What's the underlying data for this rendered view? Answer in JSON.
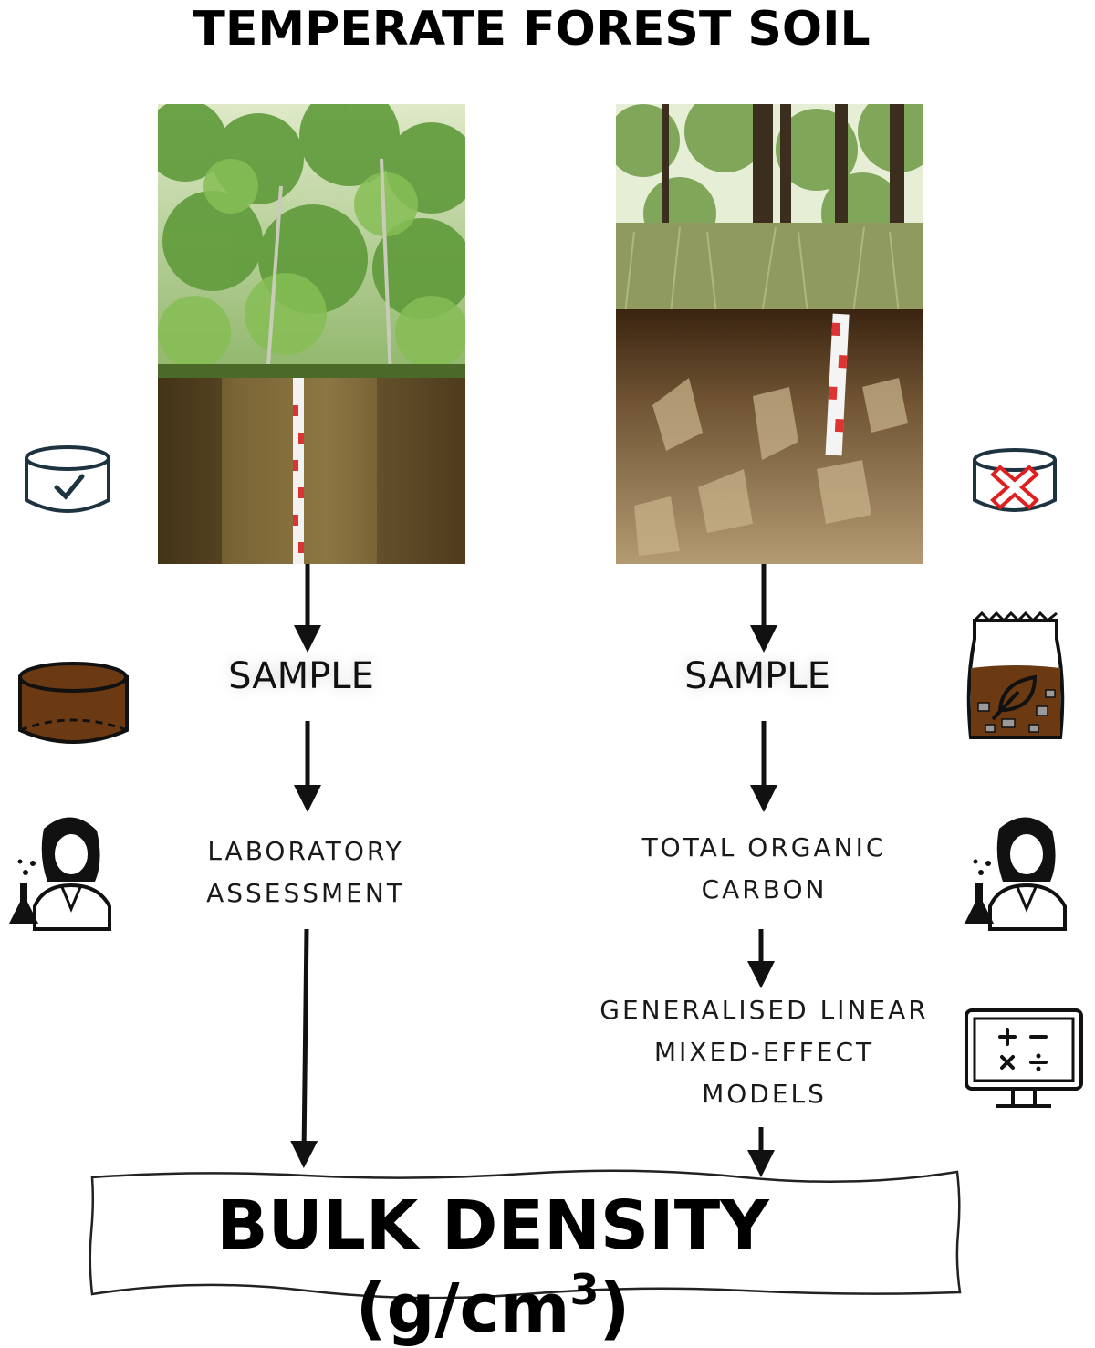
{
  "title": "TEMPERATE FOREST SOIL",
  "left_branch": {
    "photo": "soil-pit-photo-sandy",
    "sample_label": "SAMPLE",
    "method_line1": "LABORATORY",
    "method_line2": "ASSESSMENT",
    "icons": [
      "core-ring-check-icon",
      "soil-core-cylinder-icon",
      "scientist-icon"
    ]
  },
  "right_branch": {
    "photo": "soil-pit-photo-stony",
    "sample_label": "SAMPLE",
    "method_line1": "TOTAL ORGANIC",
    "method_line2": "CARBON",
    "model_line1": "GENERALISED LINEAR",
    "model_line2": "MIXED-EFFECT",
    "model_line3": "MODELS",
    "icons": [
      "core-ring-cross-icon",
      "soil-bag-icon",
      "scientist-icon",
      "calculator-monitor-icon"
    ]
  },
  "result": {
    "label": "BULK DENSITY (g/cm",
    "superscript": "3",
    "close": ")"
  },
  "colors": {
    "arrow": "#111111",
    "soil_brown": "#6b3a13",
    "cross_red": "#e02020",
    "icon_stroke": "#1d3340"
  }
}
